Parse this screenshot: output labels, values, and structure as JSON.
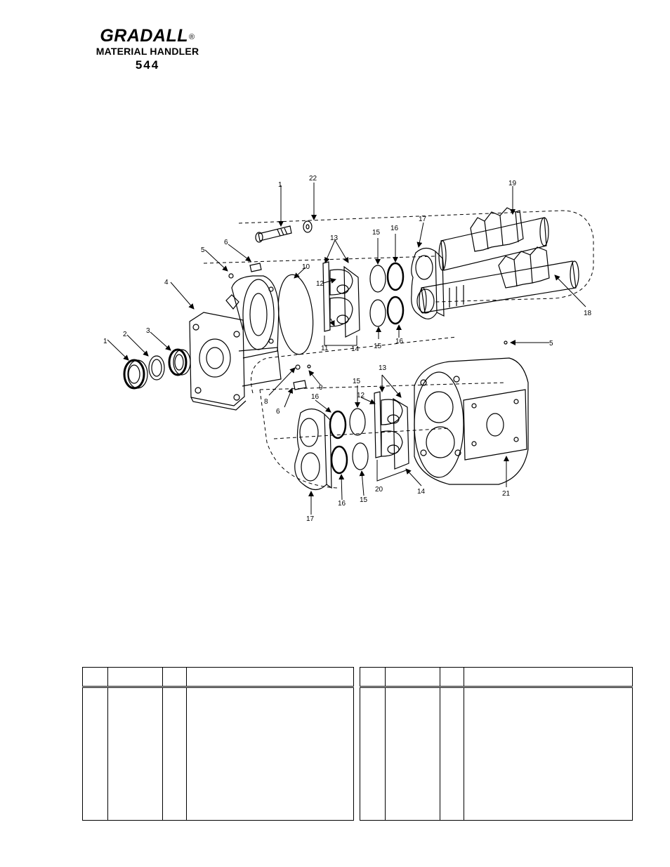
{
  "header": {
    "brand": "GRADALL",
    "registered_mark": "®",
    "subtitle": "MATERIAL HANDLER",
    "model": "544"
  },
  "diagram": {
    "callouts": {
      "c1a": "1",
      "c1b": "1",
      "c2": "2",
      "c3": "3",
      "c4": "4",
      "c5a": "5",
      "c5b": "5",
      "c6a": "6",
      "c6b": "6",
      "c8": "8",
      "c9": "9",
      "c10": "10",
      "c11": "11",
      "c12a": "12",
      "c12b": "12",
      "c13a": "13",
      "c13b": "13",
      "c14a": "14",
      "c14b": "14",
      "c15a": "15",
      "c15b": "15",
      "c15c": "15",
      "c15d": "15",
      "c16a": "16",
      "c16b": "16",
      "c16c": "16",
      "c16d": "16",
      "c17a": "17",
      "c17b": "17",
      "c18": "18",
      "c19": "19",
      "c20": "20",
      "c21": "21",
      "c22": "22"
    }
  }
}
